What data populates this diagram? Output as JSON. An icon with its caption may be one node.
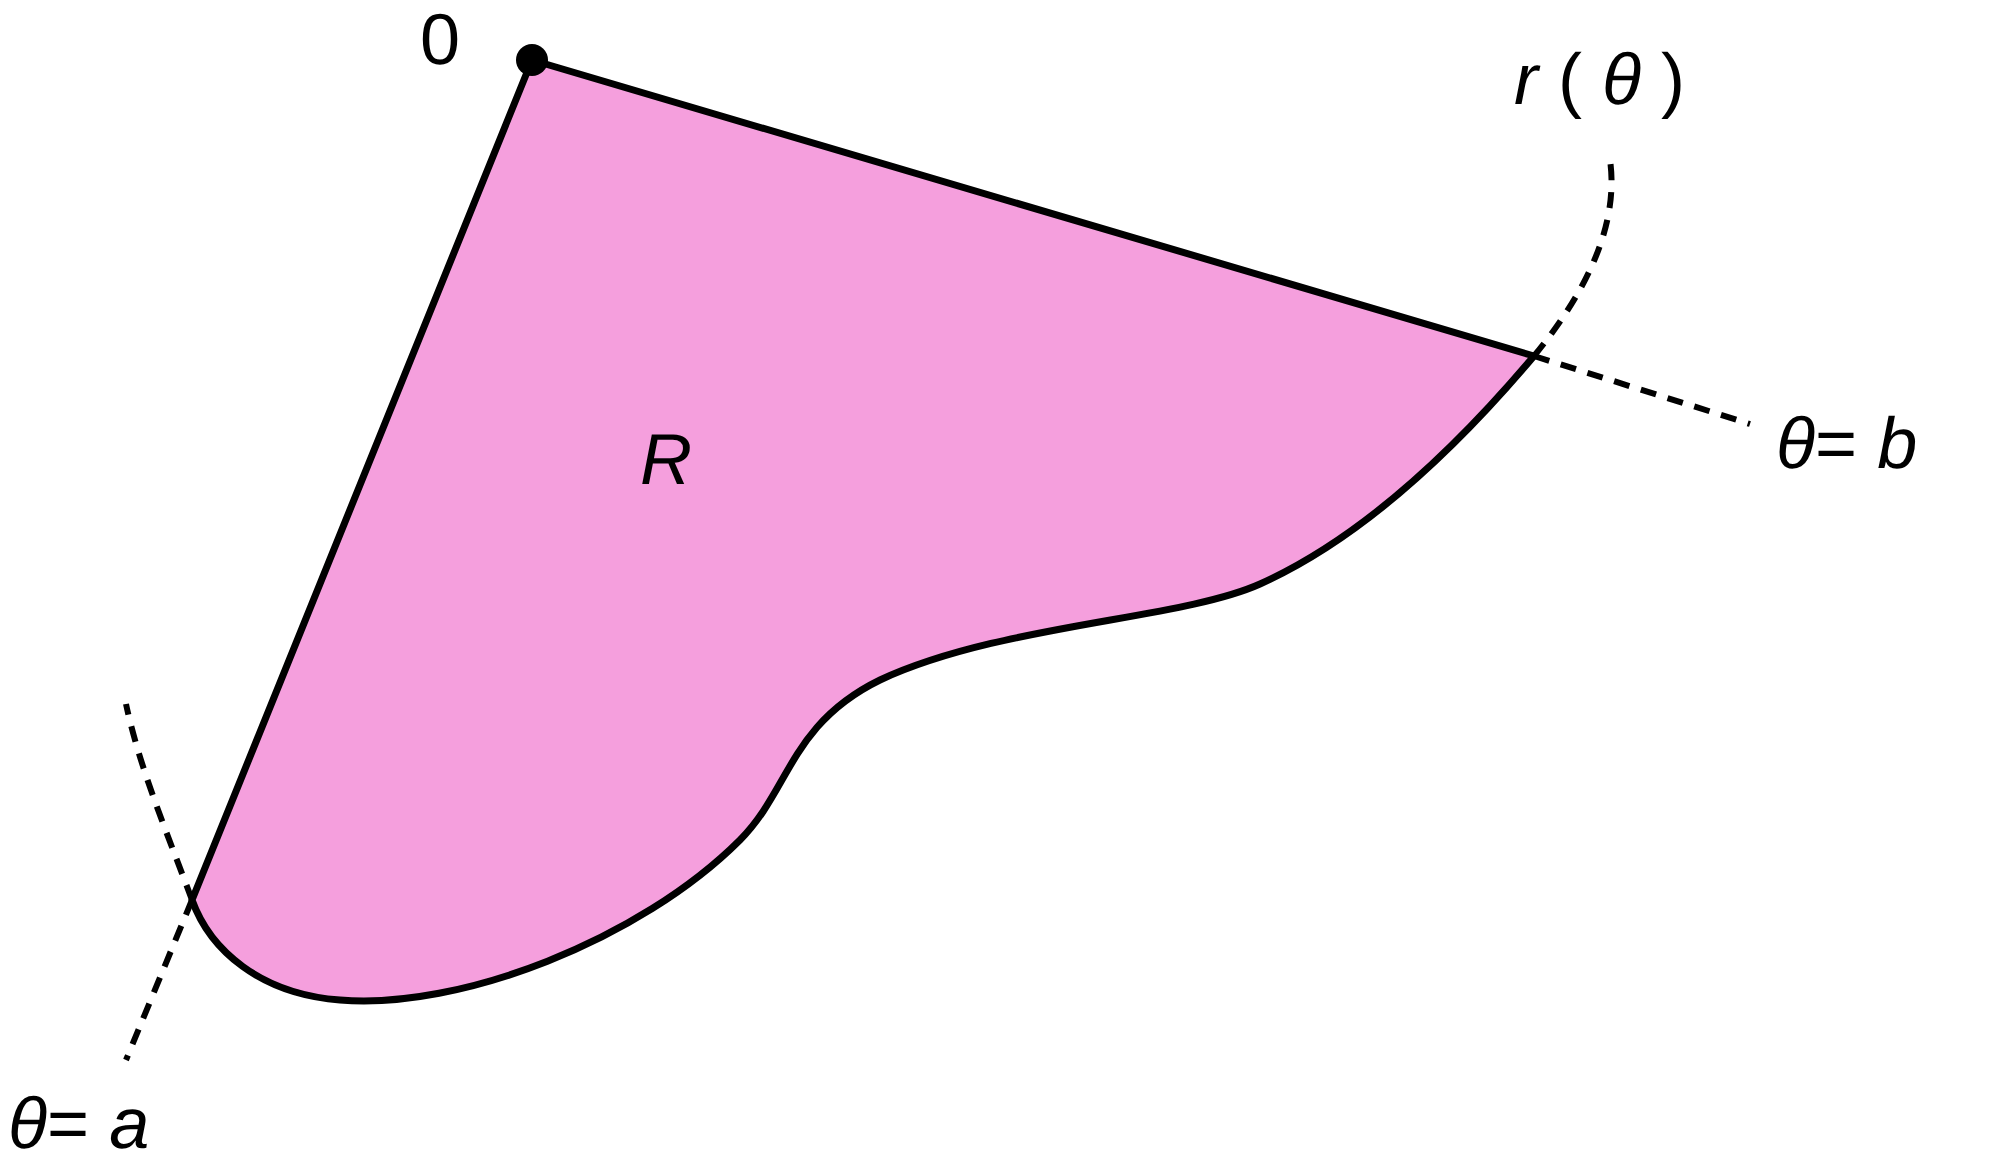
{
  "diagram": {
    "labels": [
      "0",
      "*r* ( *θ* )",
      "*θ*= *b*",
      "R",
      "*θ*= *a*"
    ]
  }
}
